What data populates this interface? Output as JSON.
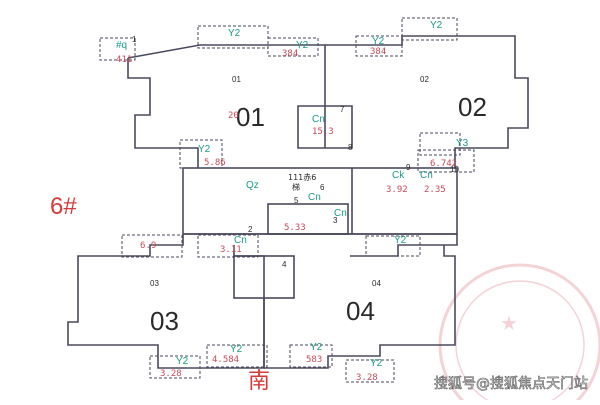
{
  "colors": {
    "wall": "#4a4a5e",
    "annotation": "#1a9a8a",
    "dimension_red": "#c84a5a",
    "stamp": "#e8a0a8",
    "building_label": "#d43a3a",
    "south_label": "#d43a3a",
    "unit_number": "#2a2a2a",
    "watermark": "#ffffff"
  },
  "building_label": "6#",
  "south_label": "南",
  "units": [
    {
      "id": "01",
      "large_label": "01",
      "small_label": "01"
    },
    {
      "id": "02",
      "large_label": "02",
      "small_label": "02"
    },
    {
      "id": "03",
      "large_label": "03",
      "small_label": "03"
    },
    {
      "id": "04",
      "large_label": "04",
      "small_label": "04"
    }
  ],
  "core": {
    "stair_text": "111赤6",
    "stair_sub": "梯",
    "room_numbers": [
      "1",
      "2",
      "3",
      "4",
      "5",
      "6",
      "7",
      "8",
      "9",
      "10"
    ]
  },
  "annotations": {
    "y2_label": "Y2",
    "y3_label": "Y3",
    "cn_label": "Cn",
    "qz_label": "Qz",
    "ck_label": "Ck",
    "q_label": "#q",
    "values": [
      "411",
      "384",
      "384",
      "5.86",
      "20",
      "15.3",
      "6.742",
      "3.92",
      "2.35",
      "6.9",
      "3.11",
      "5.33",
      "4.584",
      "583",
      "3.28",
      "3.28"
    ]
  },
  "watermark": "搜狐号@搜狐焦点天门站",
  "icons": [
    "compass-stamp-icon"
  ]
}
